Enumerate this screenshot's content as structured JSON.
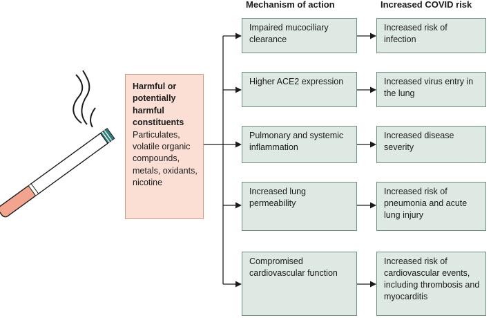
{
  "headers": {
    "mechanism": "Mechanism of action",
    "risk": "Increased COVID risk"
  },
  "source": {
    "title": "Harmful or potentially harmful constituents",
    "body": "Particulates, volatile organic compounds, metals, oxidants, nicotine"
  },
  "rows": [
    {
      "mechanism": "Impaired mucociliary clearance",
      "risk": "Increased risk of infection"
    },
    {
      "mechanism": "Higher ACE2 expression",
      "risk": "Increased virus entry in the lung"
    },
    {
      "mechanism": "Pulmonary and systemic inflammation",
      "risk": "Increased disease severity"
    },
    {
      "mechanism": "Increased lung permeability",
      "risk": "Increased risk of pneumonia and acute lung injury"
    },
    {
      "mechanism": "Compromised cardiovascular function",
      "risk": "Increased risk of cardiovascular events, including thrombosis and myocarditis"
    }
  ],
  "colors": {
    "source_fill": "#fbdfd4",
    "source_border": "#cf9c8a",
    "box_fill": "#dfe9e3",
    "box_border": "#6c8c7d",
    "cigarette_tip": "#f2a48f",
    "cigarette_filter": "#2f7f7a",
    "line": "#1a1a1a"
  },
  "icons": {
    "illustration": "cigarette-with-smoke-icon"
  }
}
